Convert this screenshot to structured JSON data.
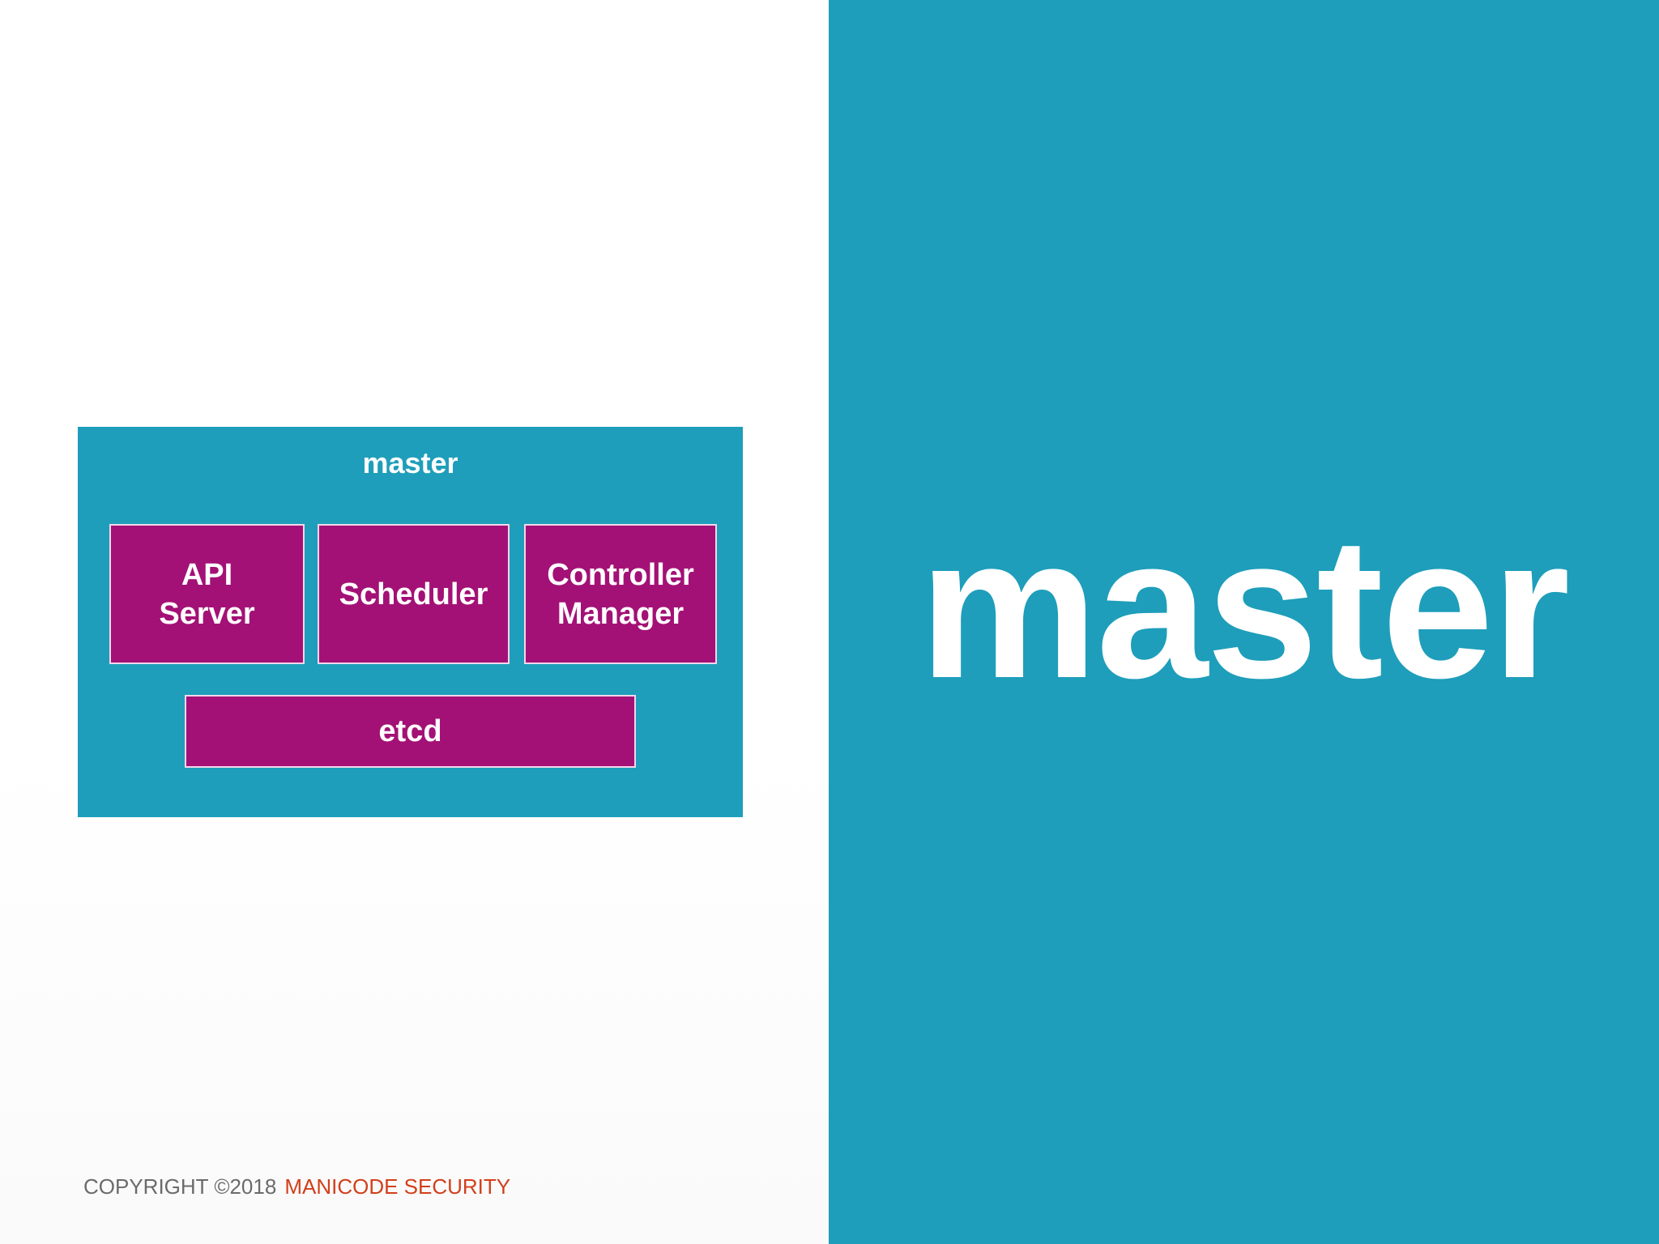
{
  "slide": {
    "title": "master"
  },
  "diagram": {
    "container_label": "master",
    "components": {
      "api_server": "API\nServer",
      "scheduler": "Scheduler",
      "controller_manager": "Controller\nManager",
      "etcd": "etcd"
    }
  },
  "footer": {
    "copyright": "COPYRIGHT ©2018",
    "brand": "MANICODE SECURITY"
  },
  "colors": {
    "teal": "#1e9eba",
    "magenta": "#a31176",
    "brand_red": "#d2401c"
  }
}
